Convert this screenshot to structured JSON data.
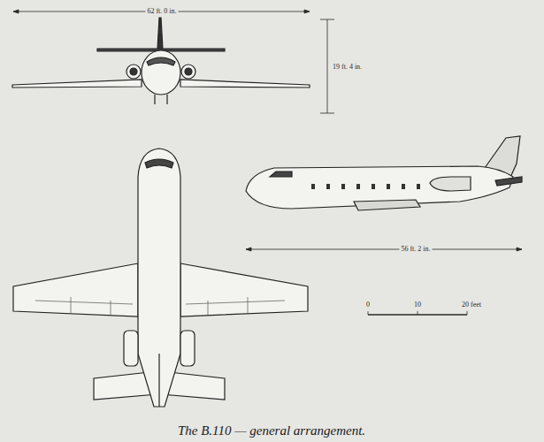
{
  "diagram": {
    "caption": "The B.110 — general arrangement.",
    "labels": [
      "62 ft. 0 in.",
      "19 ft. 4 in.",
      "56 ft. 2 in.",
      "0",
      "10",
      "20 feet"
    ]
  }
}
